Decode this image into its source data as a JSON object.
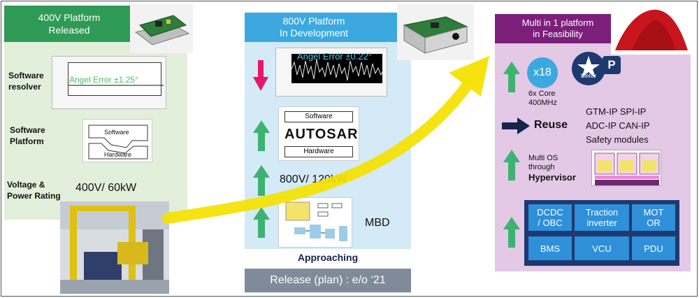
{
  "panel1": {
    "title_line1": "400V Platform",
    "title_line2": "Released",
    "software_resolver": [
      "Software",
      "resolver"
    ],
    "software_platform": [
      "Software",
      "Platform"
    ],
    "voltage_rating": [
      "Voltage &",
      "Power Rating"
    ],
    "angle_error": "Angel Error ±1.25°",
    "platform_top": "Software",
    "platform_bottom": "Hardware",
    "rating": "400V/ 60kW"
  },
  "panel2": {
    "title_line1": "800V Platform",
    "title_line2": "In Development",
    "angle_error": "Angel Error ±0.22°",
    "stack_top": "Software",
    "stack_mid": "AUTOSAR",
    "stack_bottom": "Hardware",
    "rating": "800V/ 120kW",
    "mbd": "MBD",
    "approaching": "Approaching",
    "release": "Release (plan) : e/o ‘21"
  },
  "panel3": {
    "title_line1": "Multi in 1 platform",
    "title_line2": "in Feasibility",
    "core_count": "x18",
    "core_desc_line1": "6x Core",
    "core_desc_line2": "400MHz",
    "stellar_text": "Stellar",
    "p_badge": "P",
    "reuse": "Reuse",
    "ip_lines": [
      "GTM-IP  SPI-IP",
      "ADC-IP  CAN-IP",
      "Safety modules"
    ],
    "hypervisor_pre1": "Multi OS",
    "hypervisor_pre2": "through",
    "hypervisor": "Hypervisor",
    "ecus": [
      {
        "label": "DCDC\n/ OBC"
      },
      {
        "label": "Traction\ninverter"
      },
      {
        "label": "MOT\nOR"
      },
      {
        "label": "BMS"
      },
      {
        "label": "VCU"
      },
      {
        "label": "PDU"
      }
    ]
  },
  "colors": {
    "green_header": "#2e9a55",
    "blue_header": "#3ba9e0",
    "purple_header": "#7b1f7b",
    "up_arrow": "#3cb371",
    "down_arrow": "#e8176a",
    "trend_arrow": "#f5e100",
    "ecu_box": "#2f8fd9"
  },
  "icons": [
    "trend-arrow-icon",
    "up-arrow-icon",
    "down-arrow-icon",
    "right-arrow-icon",
    "stellar-logo-icon"
  ]
}
